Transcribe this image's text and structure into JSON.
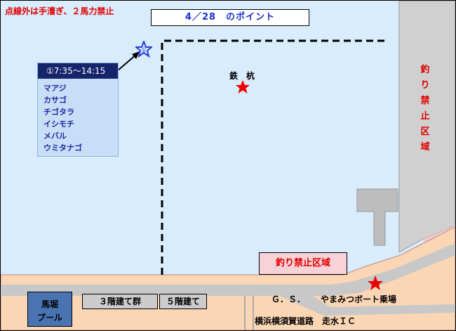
{
  "notice": "点線外は手漕ぎ、２馬力禁止",
  "title": "4／28　のポイント",
  "info": {
    "header": "①7:35〜14:15",
    "fish": [
      "マアジ",
      "カサゴ",
      "チゴタラ",
      "イシモチ",
      "メバル",
      "ウミタナゴ"
    ]
  },
  "point_marker": "①",
  "pile_label": "鉄　杭",
  "no_fishing_zone_vertical": [
    "釣",
    "り",
    "禁",
    "止",
    "区",
    "域"
  ],
  "no_fishing_zone_box": "釣り禁止区域",
  "buildings": {
    "group_3f": "３階建て群",
    "building_5f": "５階建て",
    "pool_line1": "馬堀",
    "pool_line2": "プール"
  },
  "labels": {
    "gas_station": "Ｇ．Ｓ．",
    "boat_dock": "やまみつボート乗場",
    "road": "横浜横須賀道路　走水ＩＣ"
  },
  "colors": {
    "sea": "#d8ecfb",
    "land": "#fbd6b5",
    "road": "#c8c8c8",
    "marker_red": "#ee0000",
    "marker_blue": "#2b3fd8",
    "no_fishing_red": "#e00000"
  }
}
